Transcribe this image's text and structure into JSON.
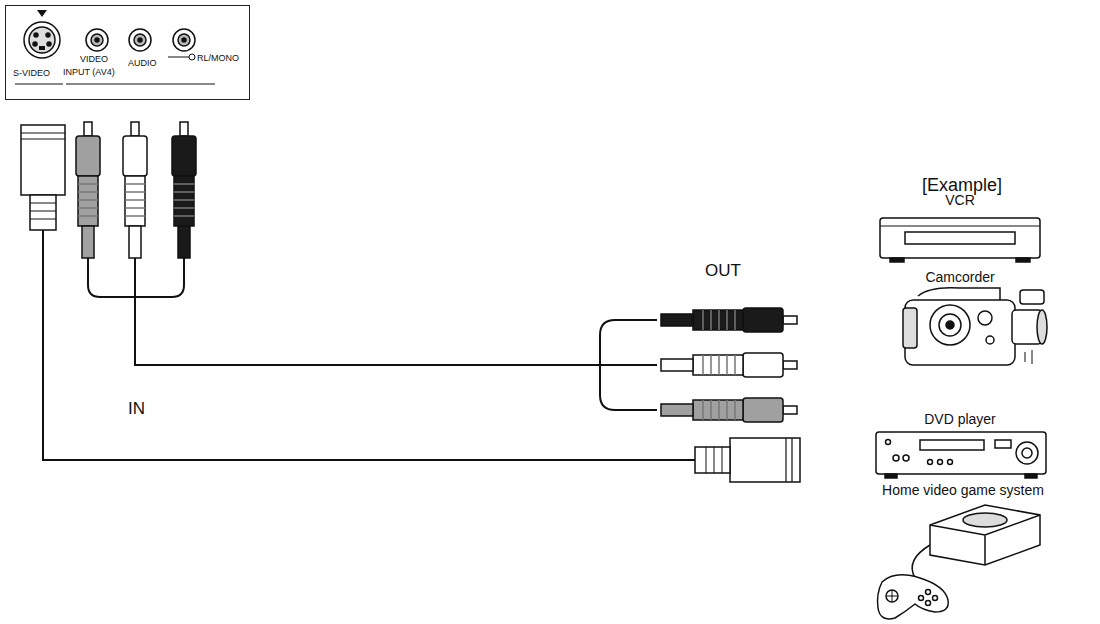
{
  "diagram": {
    "nodes": [
      {
        "text": [
          "S-VIDEO",
          "VIDEO",
          "AUDIO",
          "RL/MONO",
          "INPUT (AV4)"
        ]
      }
    ],
    "edges": [],
    "labels": [
      "OUT",
      "IN",
      "[Example]",
      "VCR",
      "Camcorder",
      "DVD player",
      "Home video game system"
    ]
  }
}
